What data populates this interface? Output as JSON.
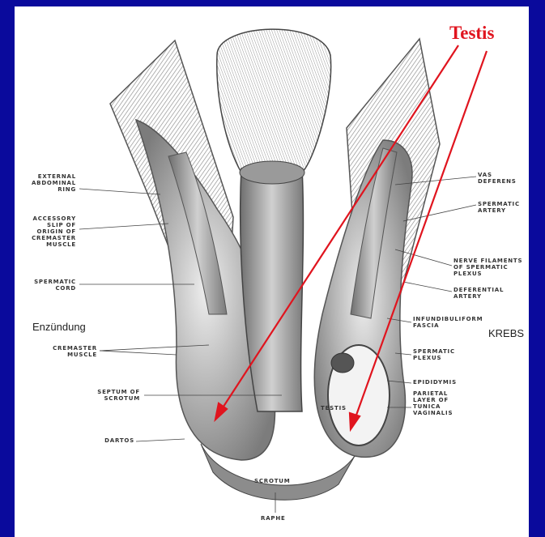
{
  "title": "Testis",
  "annotations": {
    "left_note": "Enzündung",
    "right_note": "KREBS"
  },
  "labels": {
    "external_abdominal_ring": "EXTERNAL\nABDOMINAL\nRING",
    "accessory_slip": "ACCESSORY\nSLIP OF\nORIGIN OF\nCREMASTER\nMUSCLE",
    "spermatic_cord": "SPERMATIC\nCORD",
    "cremaster_muscle": "CREMASTER\nMUSCLE",
    "septum_of_scrotum": "SEPTUM OF\nSCROTUM",
    "dartos": "DARTOS",
    "vas_deferens": "VAS\nDEFERENS",
    "spermatic_artery": "SPERMATIC\nARTERY",
    "nerve_filaments": "NERVE FILAMENTS\nOF SPERMATIC\nPLEXUS",
    "deferential_artery": "DEFERENTIAL\nARTERY",
    "infundibuliform_fascia": "INFUNDIBULIFORM\nFASCIA",
    "spermatic_plexus": "SPERMATIC\nPLEXUS",
    "epididymis": "EPIDIDYMIS",
    "parietal_layer": "PARIETAL\nLAYER OF\nTUNICA\nVAGINALIS",
    "testis_inner": "TESTIS",
    "scrotum": "SCROTUM",
    "raphe": "RAPHE"
  },
  "colors": {
    "background": "#0a0a9c",
    "arrow": "#e0141e",
    "ink": "#333333"
  }
}
